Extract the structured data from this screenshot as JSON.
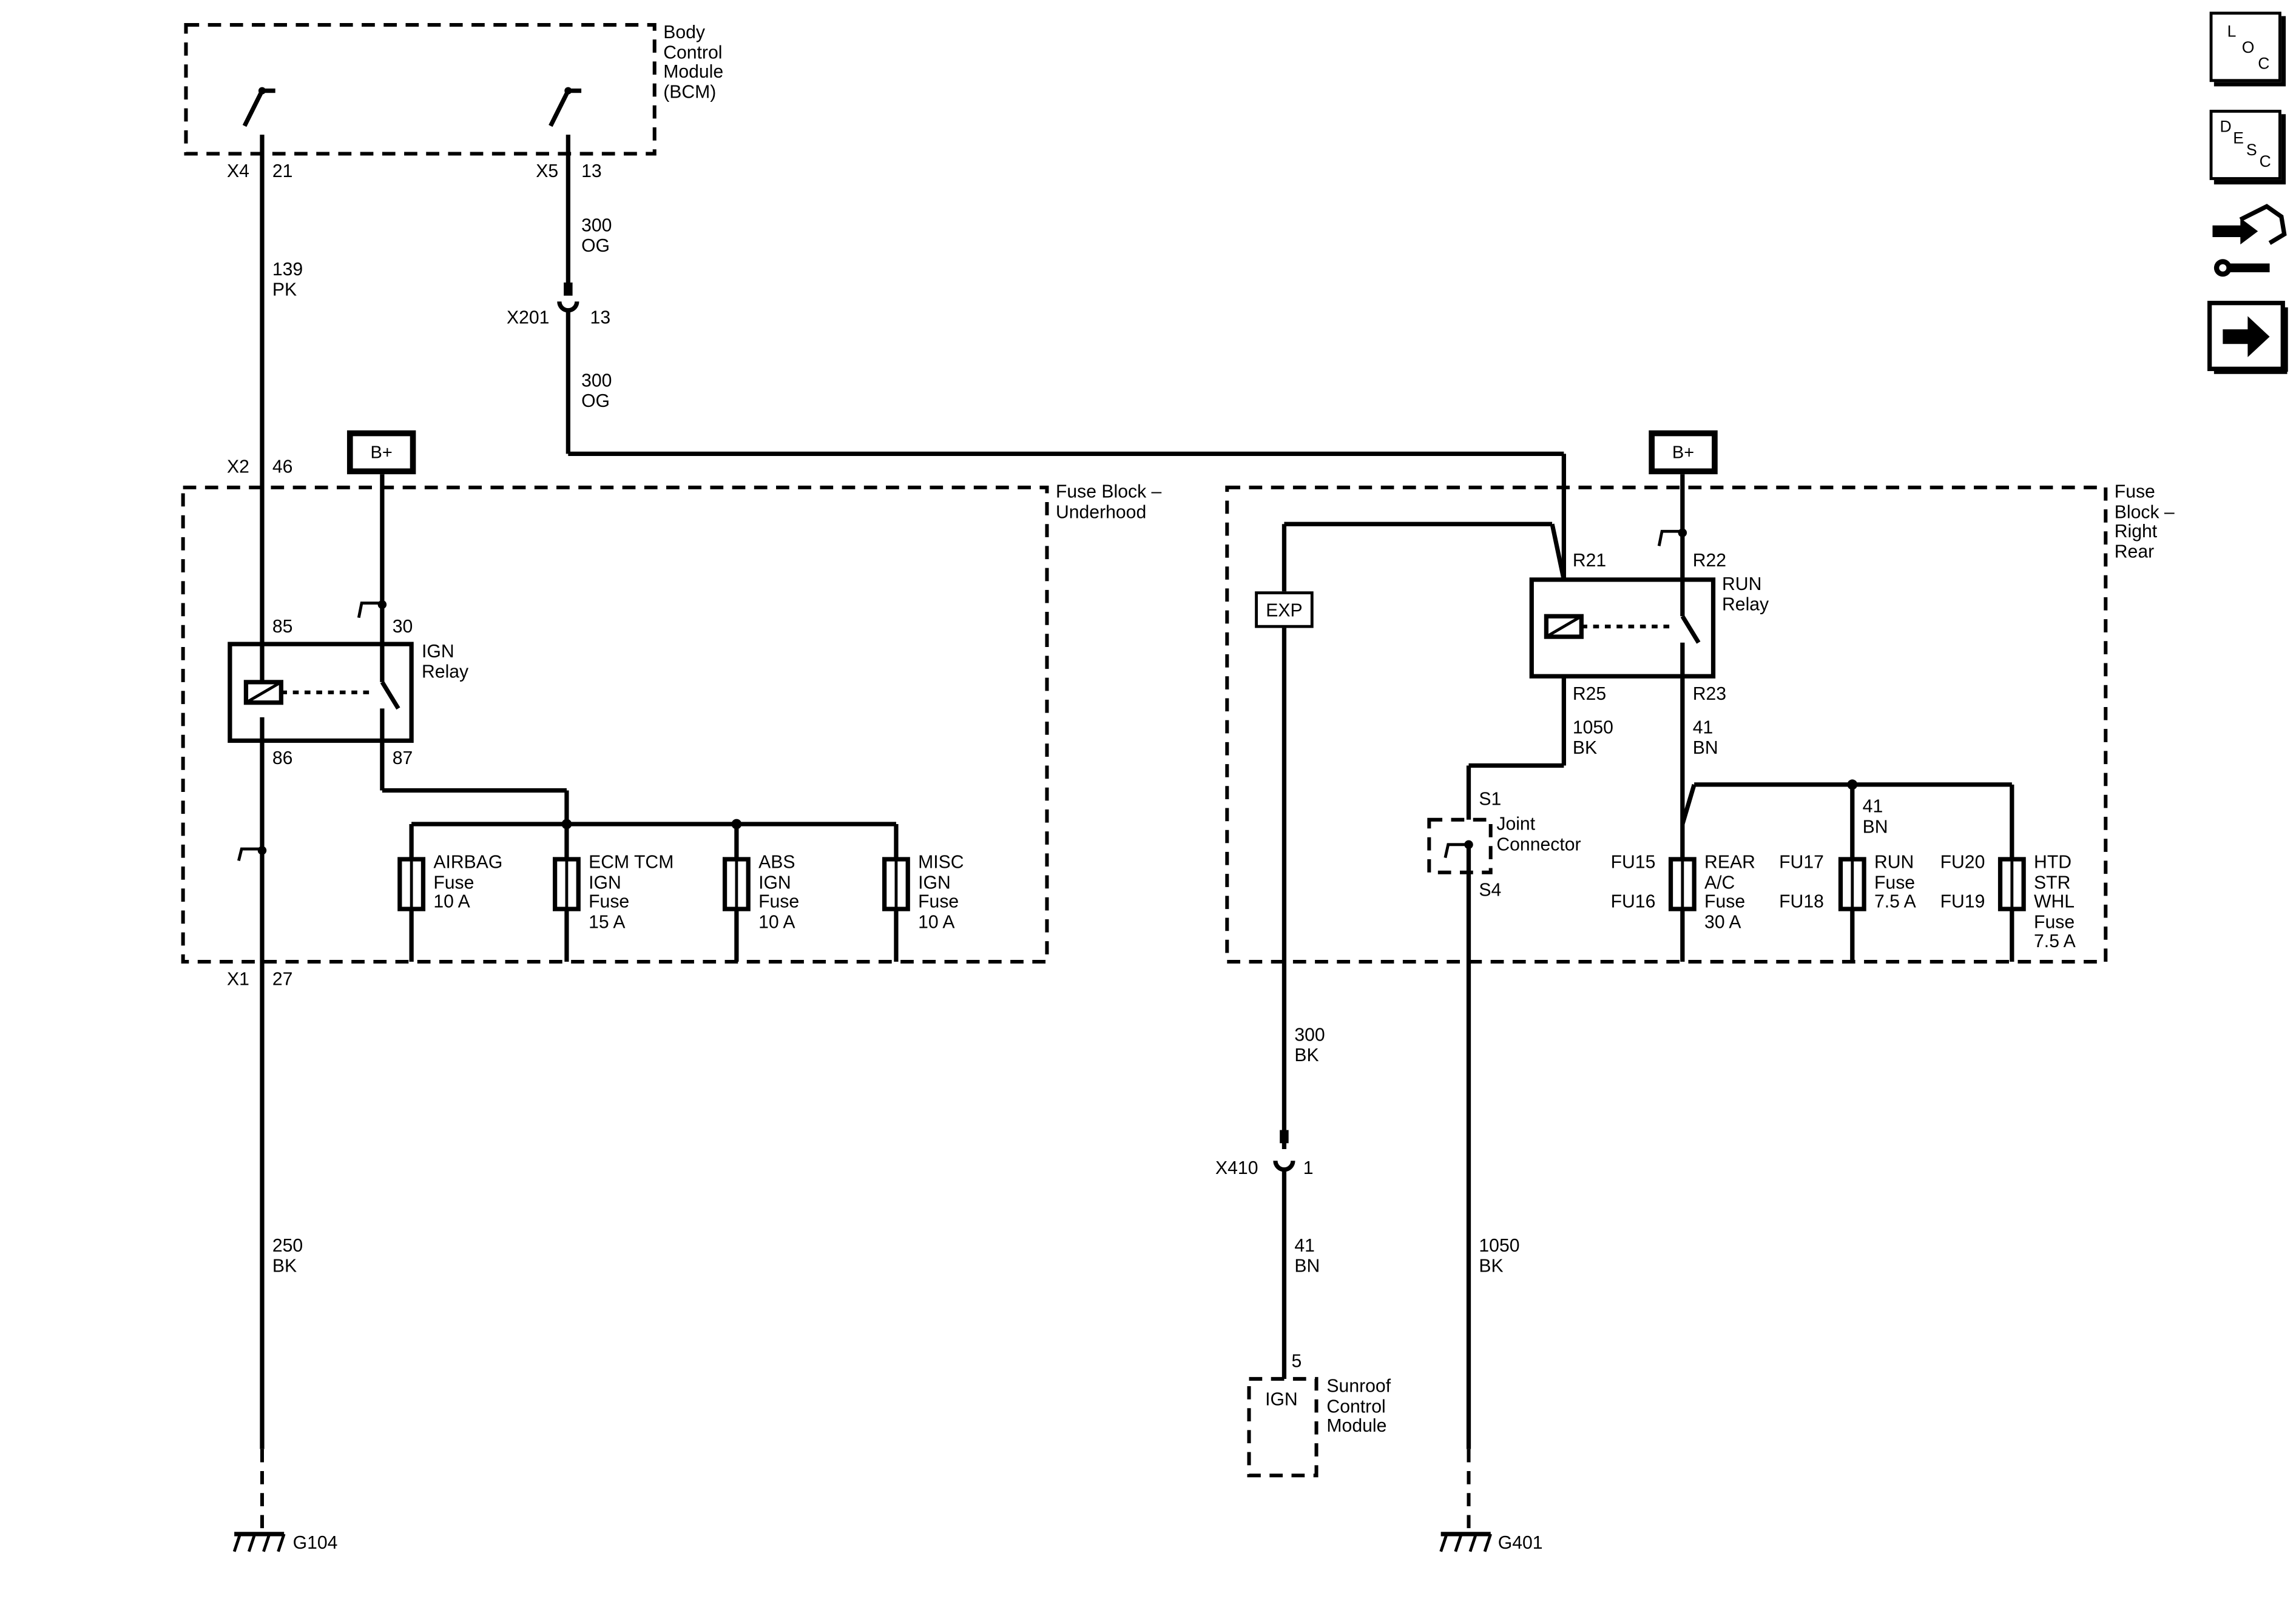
{
  "bcm": {
    "name": "Body\nControl\nModule\n(BCM)"
  },
  "bcm_pins": {
    "x4": "X4",
    "x4_pin": "21",
    "x5": "X5",
    "x5_pin": "13"
  },
  "wires": {
    "w139": "139\nPK",
    "w300a": "300\nOG",
    "w300b": "300\nOG",
    "w250": "250\nBK",
    "w1050a": "1050\nBK",
    "w41a": "41\nBN",
    "w41b": "41\nBN",
    "w300bk": "300\nBK",
    "w41c": "41\nBN",
    "w1050b": "1050\nBK"
  },
  "connectors": {
    "x201": "X201",
    "x201_pin": "13",
    "x2": "X2",
    "x2_pin": "46",
    "x1": "X1",
    "x1_pin": "27",
    "x410": "X410",
    "x410_pin": "1"
  },
  "power": {
    "b_plus_left": "B+",
    "b_plus_right": "B+"
  },
  "fuse_block_underhood": {
    "name": "Fuse Block –\nUnderhood",
    "relay": {
      "name": "IGN\nRelay",
      "pin85": "85",
      "pin30": "30",
      "pin86": "86",
      "pin87": "87"
    },
    "fuses": [
      {
        "label": "AIRBAG\nFuse\n10 A"
      },
      {
        "label": "ECM TCM\nIGN\nFuse\n15 A"
      },
      {
        "label": "ABS\nIGN\nFuse\n10 A"
      },
      {
        "label": "MISC\nIGN\nFuse\n10 A"
      }
    ]
  },
  "fuse_block_right_rear": {
    "name": "Fuse\nBlock –\nRight\nRear",
    "exp": "EXP",
    "relay": {
      "name": "RUN\nRelay",
      "r21": "R21",
      "r22": "R22",
      "r25": "R25",
      "r23": "R23"
    },
    "joint_connector": {
      "name": "Joint\nConnector",
      "s1": "S1",
      "s4": "S4"
    },
    "fuses": [
      {
        "ids": "FU15\n\nFU16",
        "label": "REAR\nA/C\nFuse\n30 A"
      },
      {
        "ids": "FU17\n\nFU18",
        "label": "RUN\nFuse\n7.5 A"
      },
      {
        "ids": "FU20\n\nFU19",
        "label": "HTD\nSTR\nWHL\nFuse\n7.5 A"
      }
    ]
  },
  "sunroof": {
    "name": "Sunroof\nControl\nModule",
    "pin": "5",
    "ign": "IGN"
  },
  "grounds": {
    "left": "G104",
    "right": "G401"
  },
  "nav": {
    "loc": [
      "L",
      "O",
      "C"
    ],
    "desc": [
      "D",
      "E",
      "S",
      "C"
    ],
    "icons": [
      "connector-view-icon",
      "next-page-arrow-icon"
    ]
  }
}
